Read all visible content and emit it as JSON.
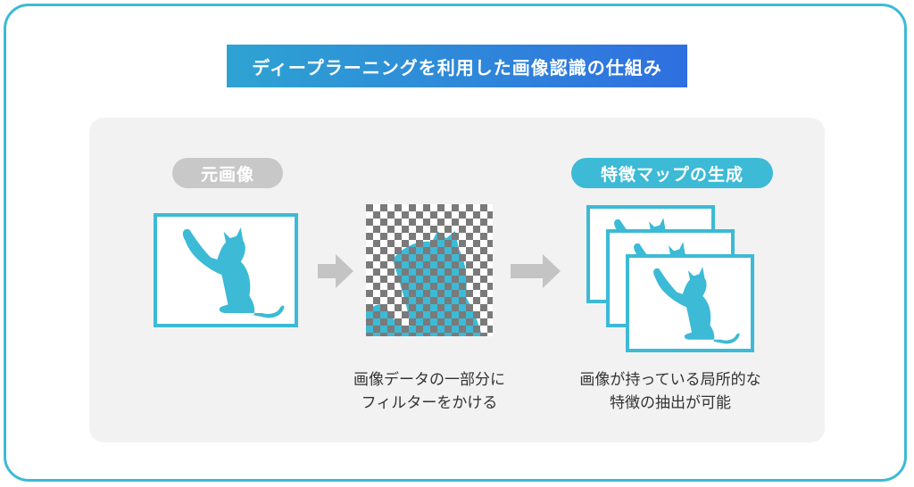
{
  "title": "ディープラーニングを利用した画像認識の仕組み",
  "labels": {
    "original": "元画像",
    "feature_map": "特徴マップの生成"
  },
  "captions": {
    "filter_line1": "画像データの一部分に",
    "filter_line2": "フィルターをかける",
    "feature_line1": "画像が持っている局所的な",
    "feature_line2": "特徴の抽出が可能"
  },
  "icons": [
    "cat-silhouette-icon",
    "right-arrow-icon",
    "checkerboard-filter-icon"
  ],
  "colors": {
    "accent": "#3cbad6",
    "banner_start": "#2ea3d2",
    "banner_end": "#2f6fe0",
    "arrow": "#c4c4c4",
    "checker": "#7a7a7a",
    "panel": "#f2f2f2"
  }
}
